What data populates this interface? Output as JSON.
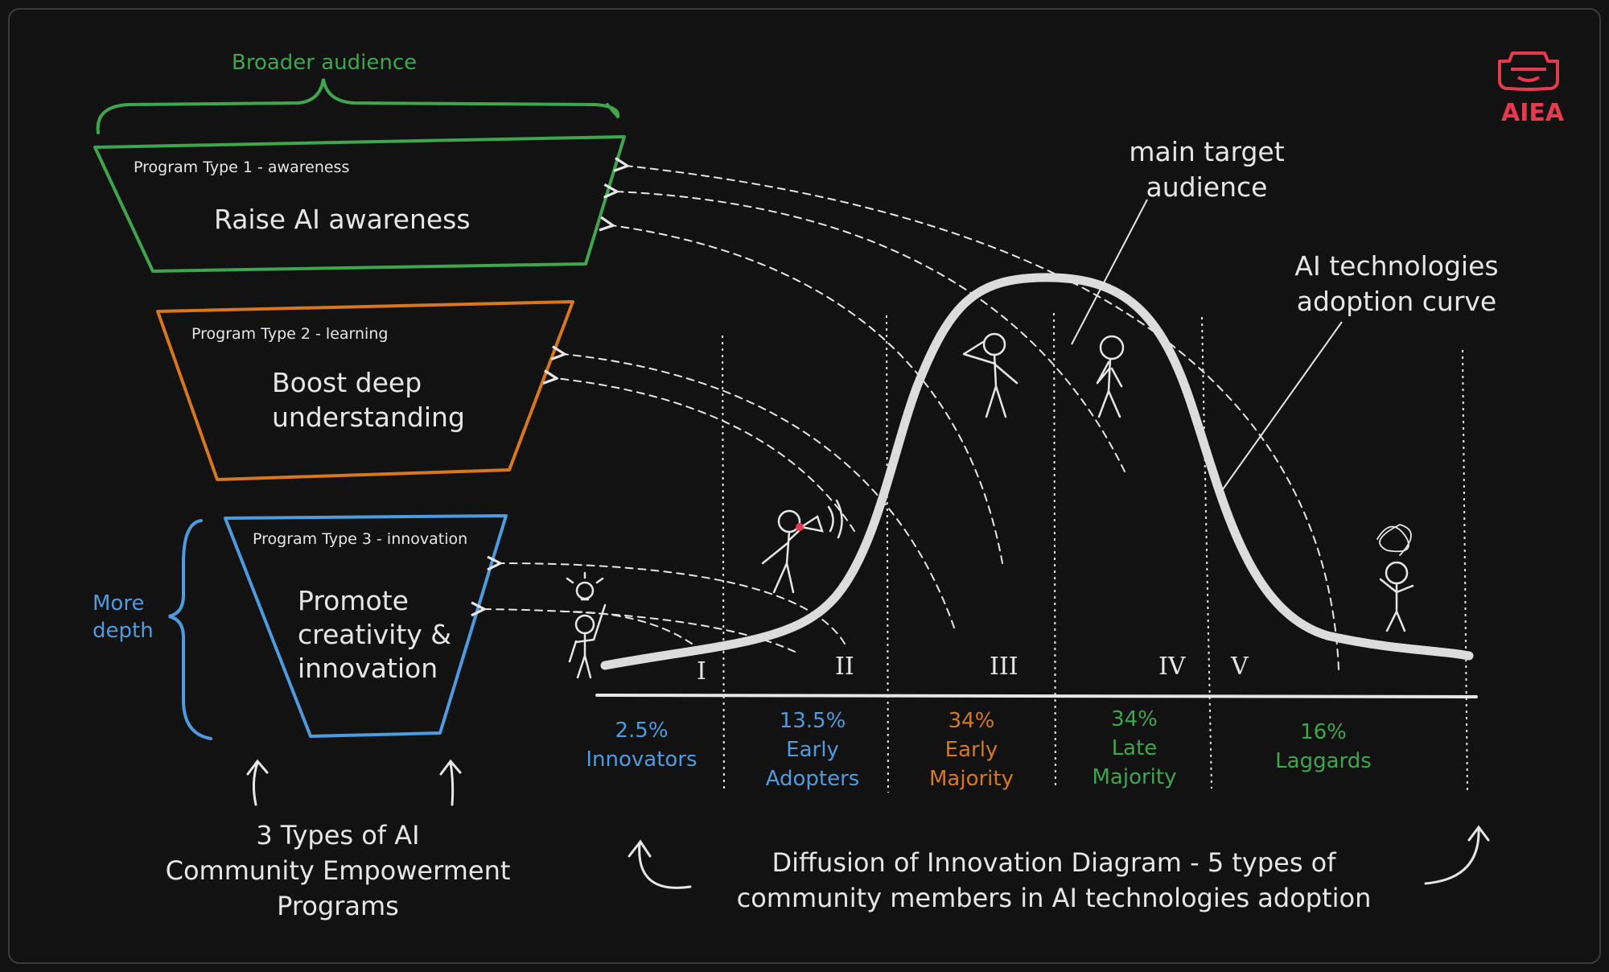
{
  "brand": {
    "logo_text": "AIEA",
    "color": "#e8394f"
  },
  "funnel": {
    "brace_label": "Broader audience",
    "depth_label_line1": "More",
    "depth_label_line2": "depth",
    "programs": [
      {
        "type_label": "Program Type 1 - awareness",
        "title_lines": [
          "Raise AI awareness"
        ],
        "color": "#3fa64f"
      },
      {
        "type_label": "Program Type 2 - learning",
        "title_lines": [
          "Boost deep",
          "understanding"
        ],
        "color": "#d9771f"
      },
      {
        "type_label": "Program Type 3 - innovation",
        "title_lines": [
          "Promote",
          "creativity &",
          "innovation"
        ],
        "color": "#4e9be0"
      }
    ],
    "caption_lines": [
      "3 Types of AI",
      "Community Empowerment",
      "Programs"
    ]
  },
  "curve": {
    "target_label_lines": [
      "main target",
      "audience"
    ],
    "curve_label_lines": [
      "AI technologies",
      "adoption curve"
    ],
    "segments": [
      {
        "numeral": "I",
        "percent": "2.5%",
        "name_lines": [
          "Innovators"
        ],
        "color": "#4e9be0"
      },
      {
        "numeral": "II",
        "percent": "13.5%",
        "name_lines": [
          "Early",
          "Adopters"
        ],
        "color": "#4e9be0"
      },
      {
        "numeral": "III",
        "percent": "34%",
        "name_lines": [
          "Early",
          "Majority"
        ],
        "color": "#d9771f"
      },
      {
        "numeral": "IV",
        "percent": "34%",
        "name_lines": [
          "Late",
          "Majority"
        ],
        "color": "#3fa64f"
      },
      {
        "numeral": "V",
        "percent": "16%",
        "name_lines": [
          "Laggards"
        ],
        "color": "#3fa64f"
      }
    ],
    "caption_lines": [
      "Diffusion of Innovation Diagram - 5 types of",
      "community members in AI technologies adoption"
    ]
  }
}
